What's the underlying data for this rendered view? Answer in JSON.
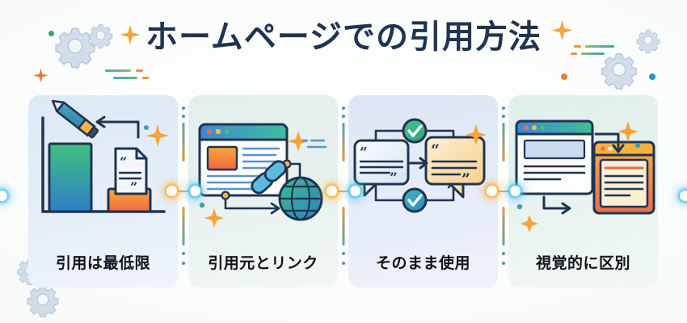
{
  "page": {
    "title": "ホームページでの引用方法",
    "background_color": "#fbfcfc",
    "title_color": "#1f3450"
  },
  "panels": [
    {
      "id": "panel-1",
      "label": "引用は最低限",
      "background_color": "#e3edf8",
      "icons": [
        "bar-chart-icon",
        "pencil-icon",
        "quote-document-icon",
        "left-arrow-icon",
        "sparkle-icon"
      ]
    },
    {
      "id": "panel-2",
      "label": "引用元とリンク",
      "background_color": "#e7f1ef",
      "icons": [
        "browser-window-icon",
        "chain-link-icon",
        "globe-icon",
        "right-arrow-icon",
        "sparkle-icon"
      ]
    },
    {
      "id": "panel-3",
      "label": "そのまま使用",
      "background_color": "#e4ebf8",
      "icons": [
        "speech-bubble-quote-icon",
        "speech-bubble-quote-highlight-icon",
        "check-circle-green-icon",
        "check-circle-teal-icon",
        "right-arrow-icon",
        "sparkle-icon"
      ]
    },
    {
      "id": "panel-4",
      "label": "視覚的に区別",
      "background_color": "#e7f2ef",
      "icons": [
        "browser-window-plain-icon",
        "browser-window-highlight-icon",
        "down-arrow-icon",
        "right-arrow-icon",
        "sparkle-icon"
      ]
    }
  ],
  "connectors": [
    {
      "id": "connector-1-2",
      "left_node_color": "#f8b23c",
      "right_node_color": "#4fc3e8"
    },
    {
      "id": "connector-2-3",
      "left_node_color": "#f8b23c",
      "right_node_color": "#4fc3e8"
    },
    {
      "id": "connector-3-4",
      "left_node_color": "#f8b23c",
      "right_node_color": "#4fc3e8"
    }
  ],
  "decorations": {
    "gear_color": "#b8c9dd",
    "star_color": "#f5a33c",
    "dot_colors": [
      "#3aa37a",
      "#ea7840",
      "#2f8fd0",
      "#3f9fb5"
    ],
    "dash_colors": [
      "#4aa8b8",
      "#e8963a",
      "#3aa37a"
    ]
  }
}
